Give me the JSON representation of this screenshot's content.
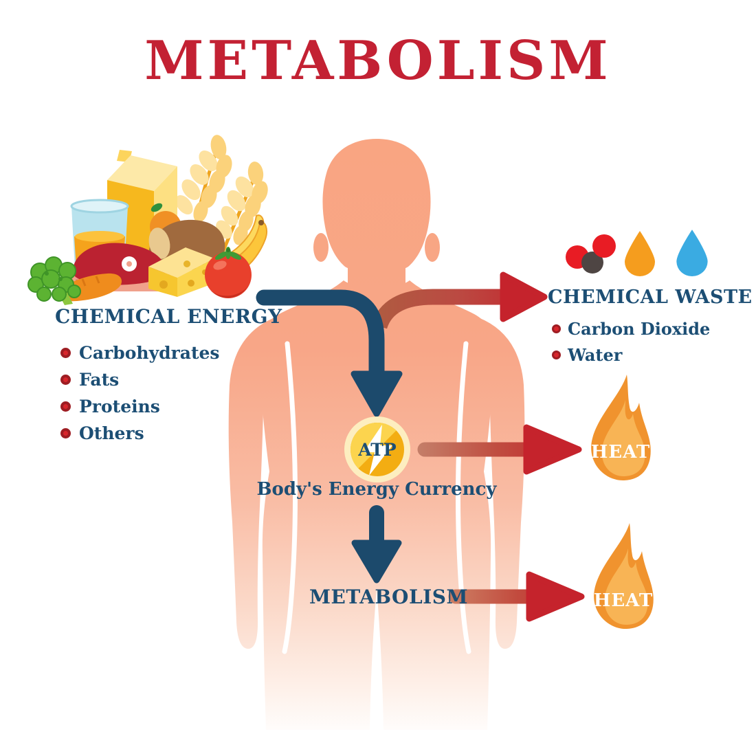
{
  "title": "METABOLISM",
  "sections": {
    "chemical_energy": {
      "heading": "CHEMICAL ENERGY",
      "items": [
        "Carbohydrates",
        "Fats",
        "Proteins",
        "Others"
      ]
    },
    "chemical_waste": {
      "heading": "CHEMICAL WASTE",
      "items": [
        "Carbon Dioxide",
        "Water"
      ]
    },
    "atp": {
      "label": "ATP",
      "caption": "Body's Energy Currency"
    },
    "metabolism": {
      "label": "METABOLISM"
    },
    "heat_top": {
      "label": "HEAT"
    },
    "heat_bottom": {
      "label": "HEAT"
    }
  },
  "icons": {
    "food": [
      "wheat",
      "milk-carton",
      "juice-glass",
      "bread-loaf",
      "bananas",
      "meat-ham",
      "cheese-wedge",
      "tomato",
      "carrot",
      "broccoli"
    ],
    "waste": [
      "co2-molecule",
      "orange-droplet",
      "water-droplet"
    ],
    "heat": "flame",
    "atp": "lightning-bolt-badge",
    "body": "human-silhouette"
  },
  "colors": {
    "title_red": "#c32133",
    "text_blue": "#1c4e74",
    "arrow_blue": "#1c4a6c",
    "arrow_red": "#c5232c",
    "arrow_red_muted": "#b05a41",
    "body_salmon": "#f9a582",
    "flame_orange": "#f0932e",
    "flame_light_orange": "#f8b455",
    "atp_gold": "#f3ad12",
    "atp_ring": "#fdeec0",
    "bullet_red": "#d8262c",
    "droplet_orange": "#f59d1e",
    "droplet_blue": "#3aabe2",
    "molecule_red": "#e81c24",
    "molecule_dark": "#4e4543"
  }
}
